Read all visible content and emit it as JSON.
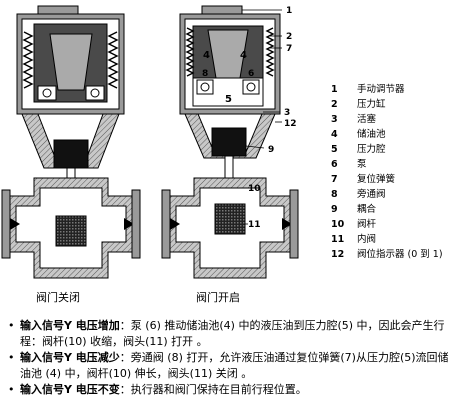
{
  "callouts": [
    "1",
    "2",
    "7",
    "3",
    "12",
    "9",
    "10",
    "11",
    "4",
    "4",
    "5",
    "8",
    "6"
  ],
  "legend": [
    {
      "num": "1",
      "label": "手动调节器"
    },
    {
      "num": "2",
      "label": "压力缸"
    },
    {
      "num": "3",
      "label": "活塞"
    },
    {
      "num": "4",
      "label": "储油池"
    },
    {
      "num": "5",
      "label": "压力腔"
    },
    {
      "num": "6",
      "label": "泵"
    },
    {
      "num": "7",
      "label": "复位弹簧"
    },
    {
      "num": "8",
      "label": "旁通阀"
    },
    {
      "num": "9",
      "label": "耦合"
    },
    {
      "num": "10",
      "label": "阀杆"
    },
    {
      "num": "11",
      "label": "内阀"
    },
    {
      "num": "12",
      "label": "阀位指示器 (0 到 1)"
    }
  ],
  "captions": {
    "left": "阀门关闭",
    "right": "阀门开启"
  },
  "bullets": [
    {
      "head": "输入信号Y 电压增加",
      "body": "：泵 (6) 推动储油池(4) 中的液压油到压力腔(5) 中，因此会产生行程：阀杆(10) 收缩，阀头(11) 打开 。"
    },
    {
      "head": "输入信号Y 电压减少",
      "body": "：旁通阀 (8) 打开，允许液压油通过复位弹簧(7)从压力腔(5)流回储油池 (4) 中，阀杆(10) 伸长，阀头(11) 关闭 。"
    },
    {
      "head": "输入信号Y 电压不变",
      "body": "：执行器和阀门保持在目前行程位置。"
    }
  ]
}
